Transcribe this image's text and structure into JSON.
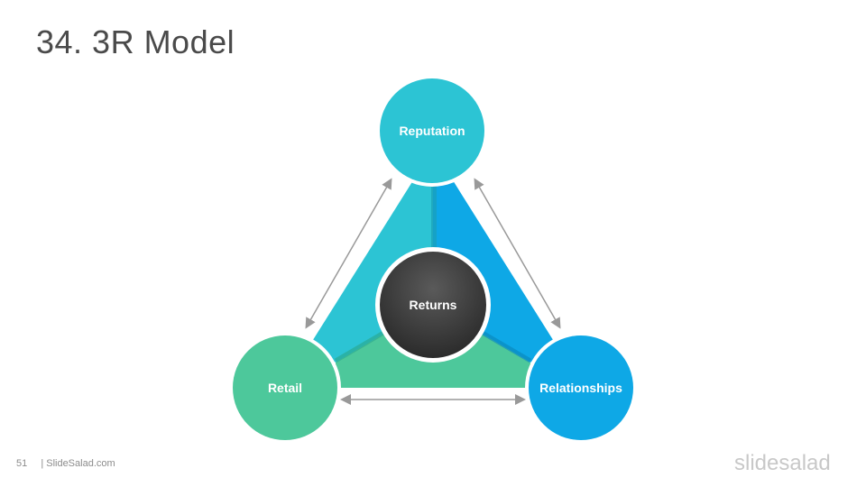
{
  "slide": {
    "title": "34. 3R Model"
  },
  "diagram": {
    "center": {
      "label": "Returns"
    },
    "nodes": {
      "top": {
        "label": "Reputation",
        "color": "#2CC4D4"
      },
      "left": {
        "label": "Retail",
        "color": "#4DC89B"
      },
      "right": {
        "label": "Relationships",
        "color": "#0EA8E6"
      }
    },
    "center_color": "#3d3d3d",
    "segment_colors": {
      "left": "#2CC4D4",
      "right": "#0EA8E6",
      "bottom": "#4DC89B"
    }
  },
  "footer": {
    "page_number": "51",
    "site": "| SlideSalad.com"
  },
  "brand": {
    "logo_text": "slidesalad"
  }
}
